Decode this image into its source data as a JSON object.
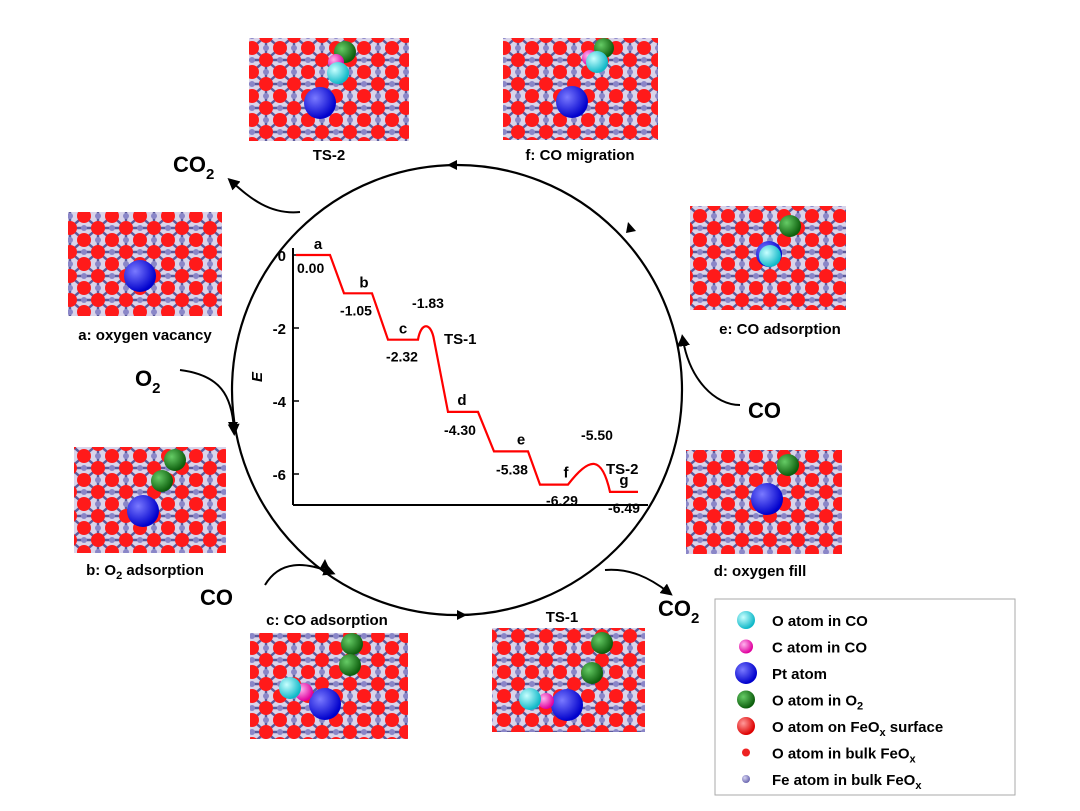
{
  "panels": [
    {
      "id": "ts2",
      "caption": "TS-2"
    },
    {
      "id": "f",
      "caption": "f: CO migration"
    },
    {
      "id": "a",
      "caption": "a: oxygen vacancy"
    },
    {
      "id": "e",
      "caption": "e: CO adsorption"
    },
    {
      "id": "b",
      "caption_pre": "b: O",
      "caption_sub": "2",
      "caption_post": " adsorption"
    },
    {
      "id": "d",
      "caption": "d: oxygen fill"
    },
    {
      "id": "c",
      "caption": "c: CO adsorption"
    },
    {
      "id": "ts1",
      "caption": "TS-1"
    }
  ],
  "molecules": {
    "co2_top": {
      "main": "CO",
      "sub": "2"
    },
    "o2_left": {
      "main": "O",
      "sub": "2"
    },
    "co_right": {
      "main": "CO"
    },
    "co_left": {
      "main": "CO"
    },
    "co2_bottom": {
      "main": "CO",
      "sub": "2"
    }
  },
  "legend": [
    {
      "label": "O atom in CO",
      "color": "#22d8e6",
      "size": "large"
    },
    {
      "label": "C atom in CO",
      "color": "#ff33cc",
      "size": "medium"
    },
    {
      "label": "Pt atom",
      "color": "#1a1aee",
      "size": "xlarge"
    },
    {
      "label_pre": "O atom in O",
      "label_sub": "2",
      "color": "#1f8a1f",
      "size": "large"
    },
    {
      "label_pre": "O atom on FeO",
      "label_sub": "x",
      "label_post": " surface",
      "color": "#ff1a1a",
      "size": "large"
    },
    {
      "label_pre": "O atom in bulk FeO",
      "label_sub": "x",
      "color": "#ee2222",
      "size": "small"
    },
    {
      "label_pre": "Fe atom in bulk FeO",
      "label_sub": "x",
      "color": "#8a86c8",
      "size": "small"
    }
  ],
  "chart_data": {
    "type": "line",
    "ylabel": "E",
    "ylim": [
      -7,
      0
    ],
    "yticks": [
      0,
      -2,
      -4,
      -6
    ],
    "ytick_labels": [
      "0",
      "-2",
      "-4",
      "-6"
    ],
    "states": [
      {
        "label": "a",
        "energy": 0.0,
        "value_label": "0.00"
      },
      {
        "label": "b",
        "energy": -1.05,
        "value_label": "-1.05"
      },
      {
        "label": "c",
        "energy": -2.32,
        "value_label": "-2.32"
      },
      {
        "label": "TS-1",
        "energy": -1.83,
        "value_label": "-1.83",
        "transition": true
      },
      {
        "label": "d",
        "energy": -4.3,
        "value_label": "-4.30"
      },
      {
        "label": "e",
        "energy": -5.38,
        "value_label": "-5.38"
      },
      {
        "label": "f",
        "energy": -6.29,
        "value_label": "-6.29"
      },
      {
        "label": "TS-2",
        "energy": -5.5,
        "value_label": "-5.50",
        "transition": true
      },
      {
        "label": "g",
        "energy": -6.49,
        "value_label": "-6.49"
      }
    ],
    "line_color": "#ff0000"
  }
}
